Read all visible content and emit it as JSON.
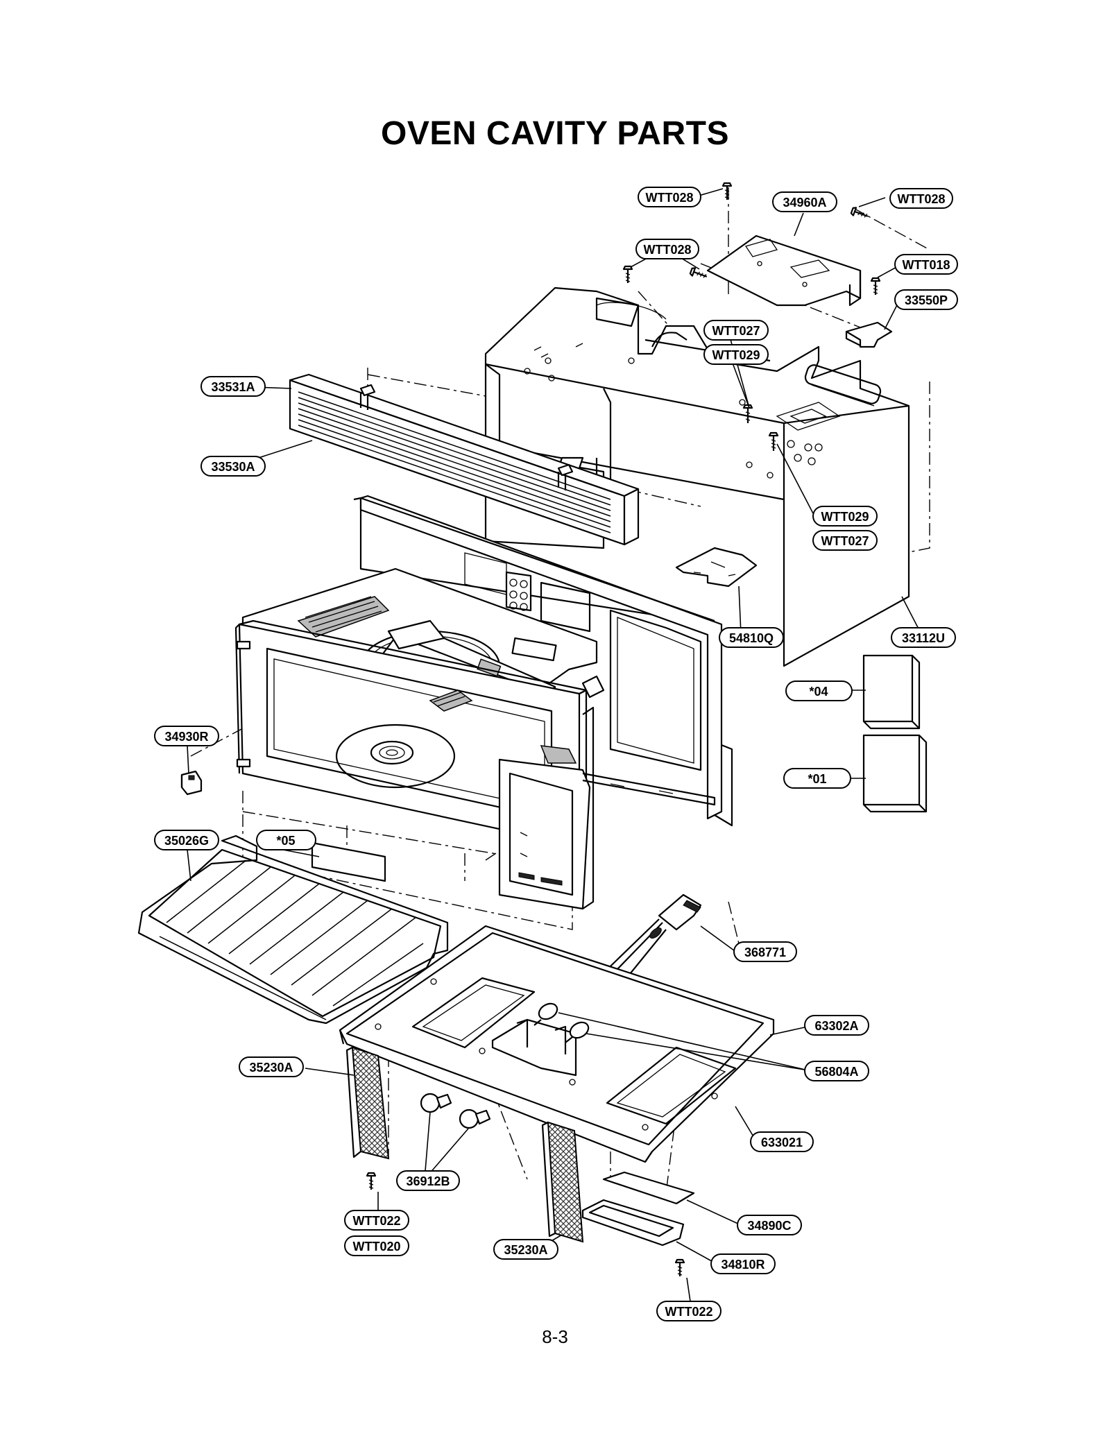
{
  "title": "OVEN CAVITY PARTS",
  "page_number": "8-3",
  "labels": {
    "wtt028_a": "WTT028",
    "p34960a": "34960A",
    "wtt028_b": "WTT028",
    "wtt028_c": "WTT028",
    "wtt018": "WTT018",
    "p33550p": "33550P",
    "wtt027_a": "WTT027",
    "wtt029_a": "WTT029",
    "p33531a": "33531A",
    "p33530a": "33530A",
    "wtt029_b": "WTT029",
    "wtt027_b": "WTT027",
    "p54810q": "54810Q",
    "p33112u": "33112U",
    "s04": "*04",
    "s01": "*01",
    "p34930r": "34930R",
    "p35026g": "35026G",
    "s05": "*05",
    "p368771": "368771",
    "p63302a": "63302A",
    "p56804a": "56804A",
    "p35230a_a": "35230A",
    "p633021": "633021",
    "p36912b": "36912B",
    "wtt022_a": "WTT022",
    "wtt020": "WTT020",
    "p35230a_b": "35230A",
    "p34890c": "34890C",
    "p34810r": "34810R",
    "wtt022_b": "WTT022"
  }
}
